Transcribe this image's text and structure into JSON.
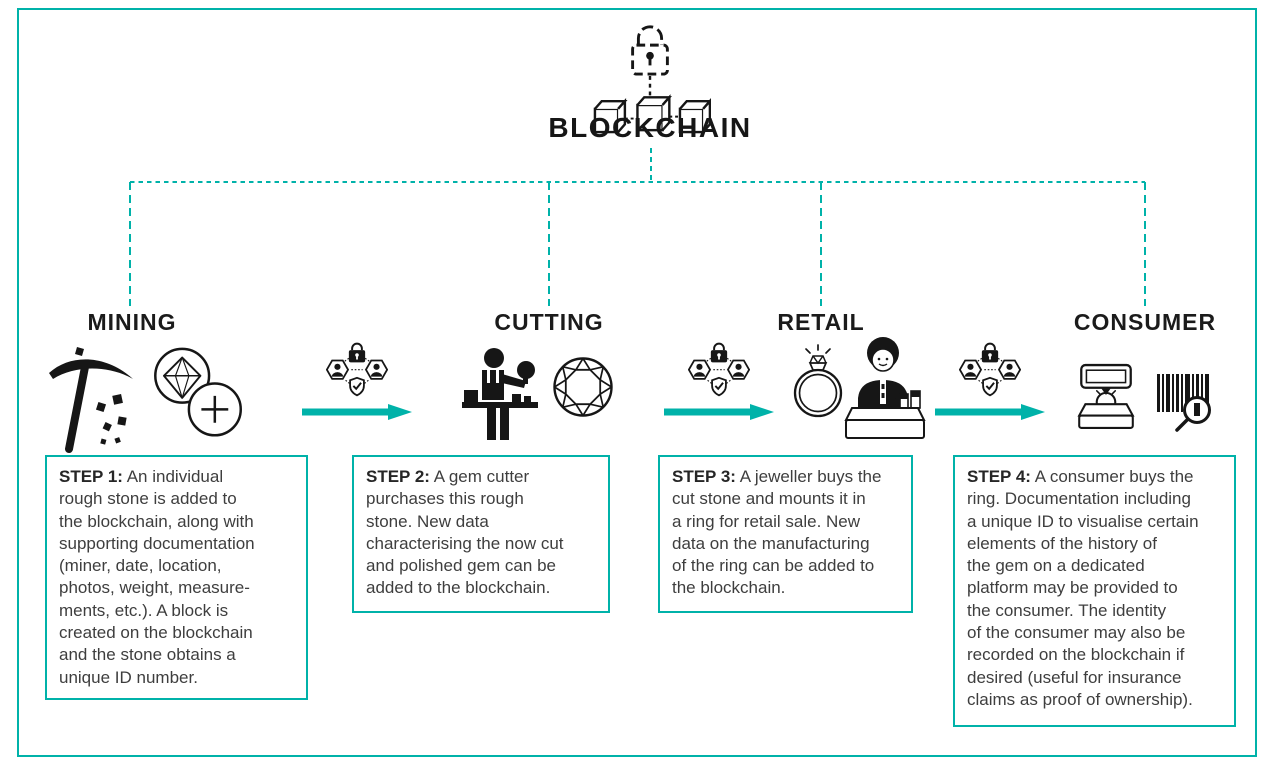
{
  "header": {
    "title": "BLOCKCHAIN",
    "icon": "blockchain-lock-and-blocks-icon"
  },
  "colors": {
    "accent_teal": "#00b2a9",
    "heading_ink": "#1b1b1b",
    "body_text": "#3e3e3e",
    "icon_ink": "#161616"
  },
  "flow_connectors": {
    "between_icon": "blockchain-network-icon",
    "arrow_icon": "right-arrow-icon",
    "instances": 3
  },
  "stages": [
    {
      "id": "mining",
      "label": "MINING",
      "icons": [
        "pickaxe-icon",
        "rough-gem-add-icon"
      ],
      "step_label": "STEP 1:",
      "step_text": " An individual\nrough stone is added to\nthe blockchain, along with\nsupporting documentation\n(miner, date, location,\nphotos, weight, measure-\nments, etc.). A block is\ncreated on the blockchain\nand the stone obtains a\nunique ID number."
    },
    {
      "id": "cutting",
      "label": "CUTTING",
      "icons": [
        "gem-cutter-icon",
        "cut-diamond-icon"
      ],
      "step_label": "STEP 2:",
      "step_text": " A gem cutter\npurchases this rough\nstone. New data\ncharacterising the now cut\nand polished gem can be\nadded to the blockchain."
    },
    {
      "id": "retail",
      "label": "RETAIL",
      "icons": [
        "diamond-ring-icon",
        "jeweller-counter-icon"
      ],
      "step_label": "STEP 3:",
      "step_text": " A jeweller buys the\ncut stone and mounts it in\na ring for retail sale. New\ndata on the manufacturing\nof the ring can be added to\nthe blockchain."
    },
    {
      "id": "consumer",
      "label": "CONSUMER",
      "icons": [
        "ring-box-icon",
        "barcode-search-icon"
      ],
      "step_label": "STEP 4:",
      "step_text": " A consumer buys the\nring. Documentation including\na unique ID to visualise certain\nelements of the history of\nthe gem on a dedicated\nplatform may be provided to\nthe consumer. The identity\nof the consumer may also be\nrecorded on the blockchain if\ndesired (useful for insurance\nclaims as proof of ownership)."
    }
  ]
}
